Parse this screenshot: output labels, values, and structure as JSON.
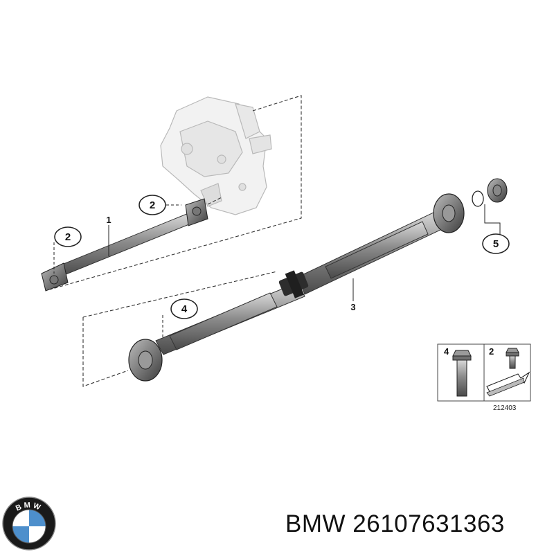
{
  "callouts": {
    "c1": "1",
    "c2_top": "2",
    "c2_left": "2",
    "c3": "3",
    "c4": "4",
    "c5": "5"
  },
  "inset": {
    "label_4": "4",
    "label_2": "2",
    "code": "212403"
  },
  "logo": {
    "letters": "BMW"
  },
  "brand": {
    "name": "BMW",
    "part_number": "26107631363"
  },
  "colors": {
    "shaft": "#8a8a8a",
    "shaft_dark": "#555555",
    "line": "#222222",
    "logo_blue": "#4d8fcc"
  }
}
